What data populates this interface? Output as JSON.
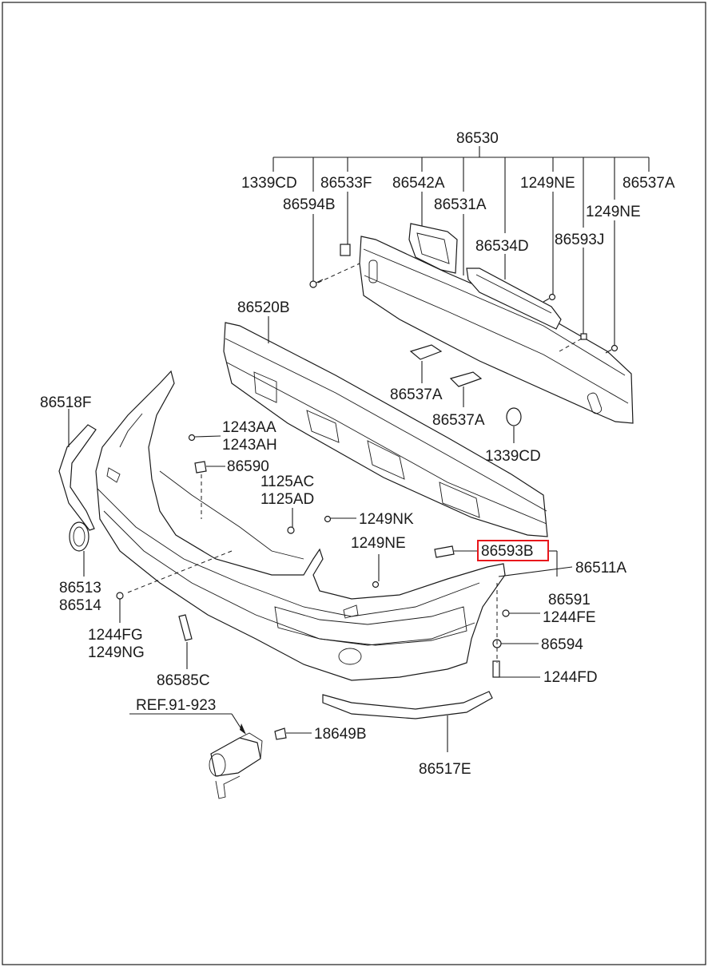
{
  "labels": {
    "l86530": "86530",
    "l1339CD_top": "1339CD",
    "l86533F": "86533F",
    "l86542A": "86542A",
    "l1249NE_top": "1249NE",
    "l86537A_top": "86537A",
    "l86594B": "86594B",
    "l86531A": "86531A",
    "l1249NE_right": "1249NE",
    "l86534D": "86534D",
    "l86593J": "86593J",
    "l86520B": "86520B",
    "l86518F": "86518F",
    "l86537A_mid1": "86537A",
    "l86537A_mid2": "86537A",
    "l1339CD_mid": "1339CD",
    "l1243AA": "1243AA",
    "l1243AH": "1243AH",
    "l86590": "86590",
    "l1125AC": "1125AC",
    "l1125AD": "1125AD",
    "l1249NK": "1249NK",
    "l1249NE_mid": "1249NE",
    "l86593B": "86593B",
    "l86511A": "86511A",
    "l86513": "86513",
    "l86514": "86514",
    "l86591": "86591",
    "l1244FE": "1244FE",
    "l86594": "86594",
    "l1244FG": "1244FG",
    "l1249NG": "1249NG",
    "l86585C": "86585C",
    "l1244FD": "1244FD",
    "lREF": "REF.91-923",
    "l18649B": "18649B",
    "l86517E": "86517E"
  },
  "highlight": {
    "part": "86593B",
    "color": "#e8161b"
  }
}
